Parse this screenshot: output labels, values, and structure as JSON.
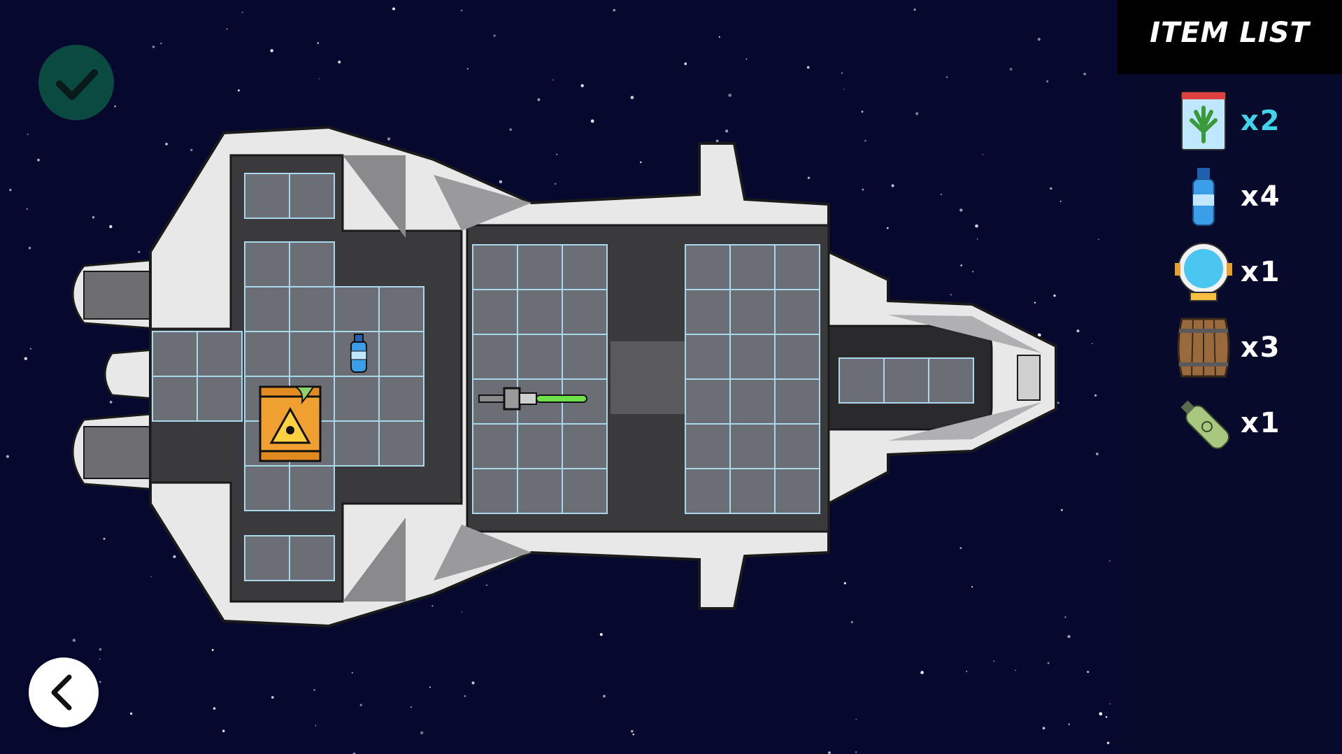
{
  "sidebar": {
    "title": "ITEM LIST",
    "items": [
      {
        "icon": "cannabis-bag-icon",
        "count": "x2",
        "highlighted": true
      },
      {
        "icon": "water-bottle-icon",
        "count": "x4",
        "highlighted": false
      },
      {
        "icon": "space-helmet-icon",
        "count": "x1",
        "highlighted": false
      },
      {
        "icon": "barrel-icon",
        "count": "x3",
        "highlighted": false
      },
      {
        "icon": "gas-canister-icon",
        "count": "x1",
        "highlighted": false
      }
    ]
  },
  "ship": {
    "placed_items": [
      {
        "icon": "water-bottle-icon"
      },
      {
        "icon": "toxic-barrel-icon"
      },
      {
        "icon": "lightsaber-icon"
      }
    ]
  },
  "controls": {
    "confirm_icon": "checkmark-icon",
    "prev_icon": "chevron-left-icon",
    "next_icon": "chevron-right-icon"
  },
  "colors": {
    "space": "#06082e",
    "hull_light": "#e8e8e8",
    "hull_dark": "#3a3a3c",
    "grid_cell": "#6b6f75",
    "grid_line": "#a8d8ec",
    "confirm_bg": "#0a4a40",
    "highlight_count": "#3fd2e8"
  }
}
